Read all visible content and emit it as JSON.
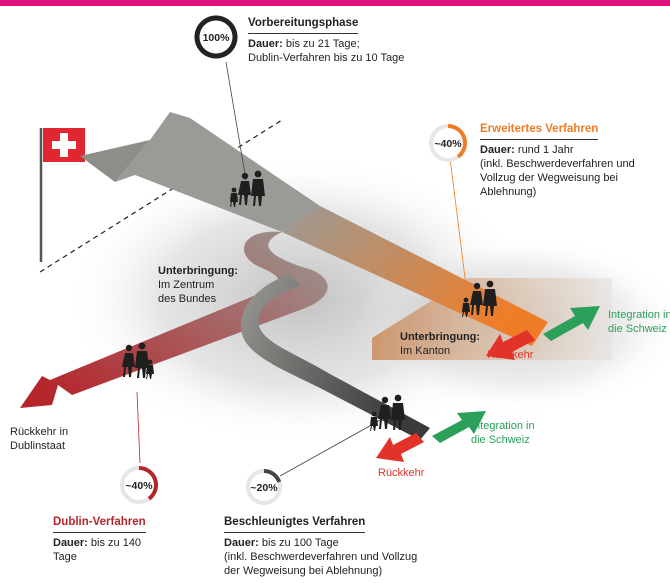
{
  "phases": {
    "preparation": {
      "percent": "100%",
      "title": "Vorbereitungsphase",
      "duration_label": "Dauer:",
      "duration": "bis zu 21 Tage;",
      "duration_line2": "Dublin-Verfahren bis zu 10 Tage",
      "share": 1.0
    },
    "extended": {
      "percent": "~40%",
      "title": "Erweitertes Verfahren",
      "duration_label": "Dauer:",
      "duration": "rund 1 Jahr",
      "line2": "(inkl. Beschwerdeverfahren und",
      "line3": "Vollzug der Wegweisung bei",
      "line4": "Ablehnung)",
      "share": 0.4
    },
    "dublin": {
      "percent": "~40%",
      "title": "Dublin-Verfahren",
      "duration_label": "Dauer:",
      "duration": "bis zu 140",
      "line2": "Tage",
      "share": 0.4
    },
    "accelerated": {
      "percent": "~20%",
      "title": "Beschleunigtes Verfahren",
      "duration_label": "Dauer:",
      "duration": "bis zu 100 Tage",
      "line2": "(inkl. Beschwerdeverfahren und Vollzug",
      "line3": "der Wegweisung bei Ablehnung)",
      "share": 0.2
    }
  },
  "accommodation_federal": {
    "label": "Unterbringung:",
    "line1": "Im Zentrum",
    "line2": "des Bundes"
  },
  "accommodation_canton": {
    "label": "Unterbringung:",
    "line1": "Im Kanton"
  },
  "outcomes": {
    "integration_top": [
      "Integration in",
      "die Schweiz"
    ],
    "return_top": "Rückkehr",
    "integration_bottom": [
      "Integration in",
      "die Schweiz"
    ],
    "return_bottom": "Rückkehr",
    "dublin_return": [
      "Rückkehr in",
      "Dublinstaat"
    ]
  },
  "icons": {
    "flag": "swiss-flag-icon",
    "people": "walking-people-icon"
  },
  "colors": {
    "top_bar": "#e0117f",
    "road_grey": "#9a9a96",
    "extended_orange": "#ef7d27",
    "dublin_red": "#b5262b",
    "accelerated_dark": "#444444",
    "integration_green": "#2aa05a",
    "return_red": "#e2332b",
    "ring_dark": "#222222"
  }
}
